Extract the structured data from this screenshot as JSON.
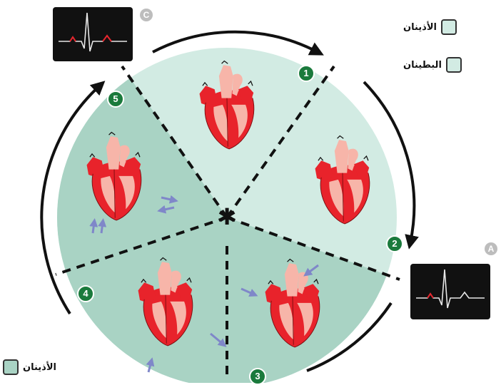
{
  "legend": {
    "atria_label": "الأذينان",
    "ventricles_label": "البطينان",
    "atria_bottom_label": "الأذينان"
  },
  "badges": {
    "ecg_top": "C",
    "ecg_right": "A"
  },
  "steps": [
    "1",
    "2",
    "3",
    "4",
    "5"
  ],
  "center_mark": "✱",
  "colors": {
    "light_sector": "#d2ebe3",
    "dark_sector": "#a9d3c4",
    "muscle_red": "#e8232b",
    "pale_chamber": "#f7b5a9",
    "step_green": "#1a7a3c",
    "arrow_blue": "#7f87c9",
    "ecg_bg": "#111111"
  }
}
